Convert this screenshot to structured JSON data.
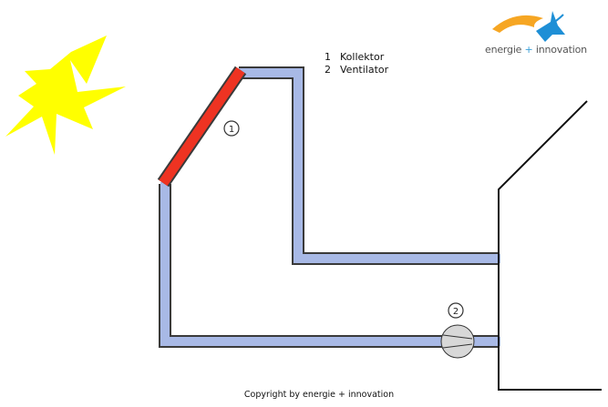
{
  "legend": {
    "items": [
      {
        "num": "1",
        "label": "Kollektor"
      },
      {
        "num": "2",
        "label": "Ventilator"
      }
    ]
  },
  "markers": {
    "collector": "1",
    "fan": "2"
  },
  "logo": {
    "left": "energie",
    "plus": "+",
    "right": "innovation"
  },
  "copyright": "Copyright by energie + innovation",
  "colors": {
    "duct": "#a8b9e6",
    "duct_outline": "#3a3a3a",
    "collector": "#ee3322",
    "sun": "#ffff00",
    "fan": "#d8d8d8"
  },
  "icons": {
    "sun": "sun-icon",
    "fan": "fan-icon",
    "house": "house-outline",
    "logo": "logo-icon"
  }
}
